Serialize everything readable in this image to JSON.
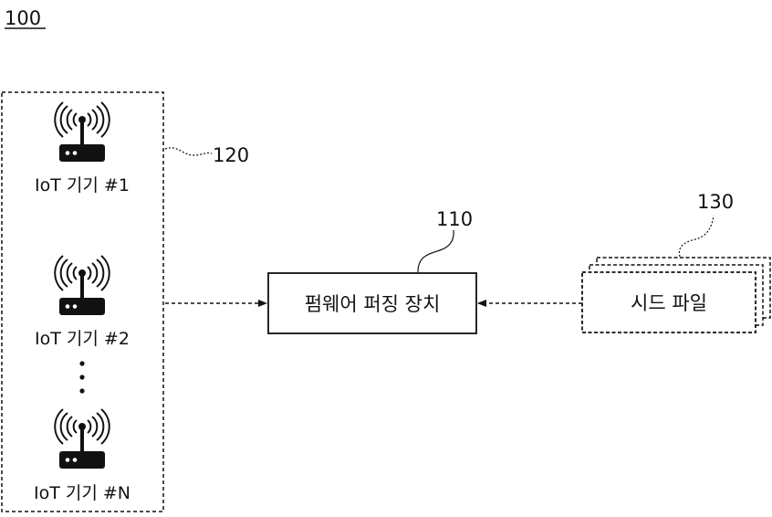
{
  "figure_number": "100",
  "iot_group": {
    "ref": "120",
    "devices": [
      {
        "label": "IoT 기기 #1"
      },
      {
        "label": "IoT 기기 #2"
      },
      {
        "label": "IoT 기기 #N"
      }
    ],
    "device_icon": "wireless-router-icon",
    "ellipsis": "vertical-dots"
  },
  "fuzzer": {
    "ref": "110",
    "label": "펌웨어 퍼징 장치"
  },
  "seed": {
    "ref": "130",
    "label": "시드 파일"
  }
}
